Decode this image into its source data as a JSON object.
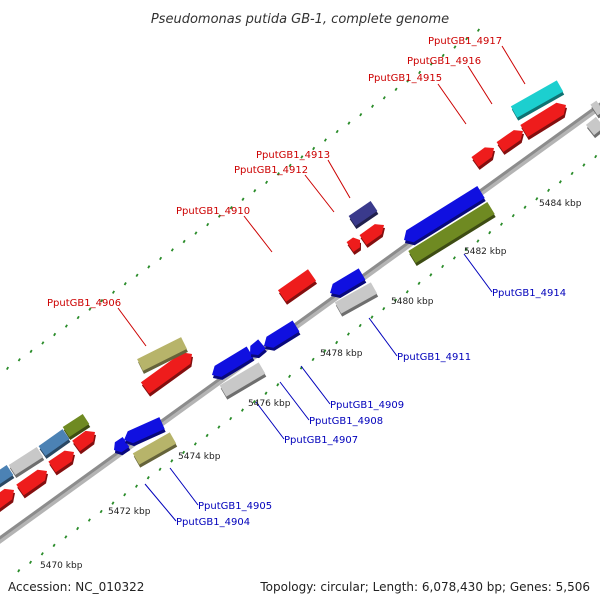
{
  "title": "Pseudomonas putida GB-1, complete genome",
  "accession": "Accession: NC_010322",
  "summary": "Topology: circular; Length: 6,078,430 bp; Genes: 5,506",
  "colors": {
    "backbone": "#8c8c8c",
    "tick": "#2a8c2a",
    "label_forward": "#cc0000",
    "label_reverse": "#0000bb",
    "red": "#ee1c1c",
    "blue": "#1010e0",
    "olive": "#6f8a22",
    "khaki": "#b7b46a",
    "grey": "#c8c8c8",
    "steel": "#4c82b4",
    "cyan": "#1ccfcf",
    "navy": "#3a3a8c"
  },
  "ticks": [
    {
      "label": "5470 kbp"
    },
    {
      "label": "5472 kbp"
    },
    {
      "label": "5474 kbp"
    },
    {
      "label": "5476 kbp"
    },
    {
      "label": "5478 kbp"
    },
    {
      "label": "5480 kbp"
    },
    {
      "label": "5482 kbp"
    },
    {
      "label": "5484 kbp"
    }
  ],
  "gene_labels": [
    {
      "text": "PputGB1_4917",
      "strand": "forward"
    },
    {
      "text": "PputGB1_4916",
      "strand": "forward"
    },
    {
      "text": "PputGB1_4915",
      "strand": "forward"
    },
    {
      "text": "PputGB1_4913",
      "strand": "forward"
    },
    {
      "text": "PputGB1_4912",
      "strand": "forward"
    },
    {
      "text": "PputGB1_4910",
      "strand": "forward"
    },
    {
      "text": "PputGB1_4906",
      "strand": "forward"
    },
    {
      "text": "PputGB1_4914",
      "strand": "reverse"
    },
    {
      "text": "PputGB1_4911",
      "strand": "reverse"
    },
    {
      "text": "PputGB1_4909",
      "strand": "reverse"
    },
    {
      "text": "PputGB1_4908",
      "strand": "reverse"
    },
    {
      "text": "PputGB1_4907",
      "strand": "reverse"
    },
    {
      "text": "PputGB1_4905",
      "strand": "reverse"
    },
    {
      "text": "PputGB1_4904",
      "strand": "reverse"
    }
  ]
}
